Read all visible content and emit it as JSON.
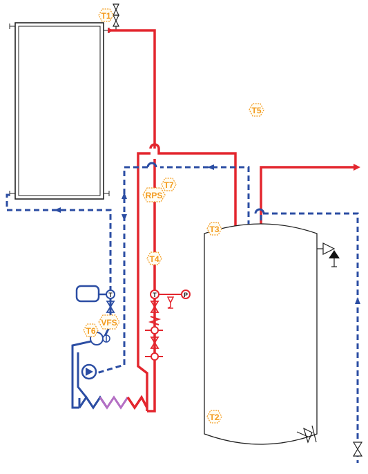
{
  "sensors": {
    "t1": "T1",
    "t2": "T2",
    "t3": "T3",
    "t4": "T4",
    "t5": "T5",
    "t6": "T6",
    "t7": "T7",
    "rps": "RPS",
    "vfs": "VFS"
  },
  "gauges": {
    "temp_red": "T",
    "pressure_red": "P",
    "temp_blue": "T"
  },
  "colors": {
    "supply": "#e3262e",
    "return": "#2b4da3",
    "sensor": "#f39a1e",
    "heat_exchanger": "#b46fc4"
  },
  "icons": {
    "collector": "solar-collector-icon",
    "tank": "storage-tank-icon",
    "pump": "circulation-pump-icon",
    "expansion": "expansion-vessel-icon",
    "valve": "shutoff-valve-icon"
  }
}
